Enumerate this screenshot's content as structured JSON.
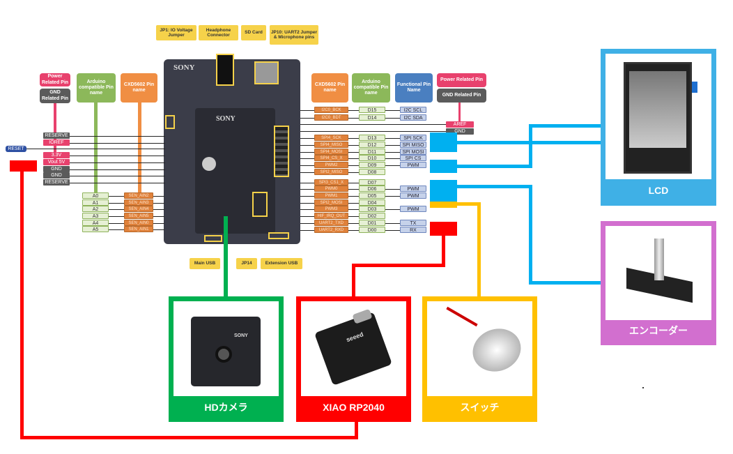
{
  "colors": {
    "blue": "#00b0f0",
    "green": "#00b050",
    "red": "#ff0000",
    "yellow": "#ffc000",
    "lcd_frame": "#3fb0e6",
    "encoder_frame": "#d26fcf",
    "board": "#3b3d49"
  },
  "board_labels": {
    "jp1": "JP1: IO Voltage Jumper",
    "headphone": "Headphone Connector",
    "sd": "SD Card",
    "jp10": "JP10: UART2 Jumper & Microphone pins",
    "main_usb": "Main USB",
    "jp14": "JP14",
    "ext_usb": "Extension USB",
    "brand": "SONY",
    "brand2": "SONY"
  },
  "left_headers": {
    "power": "Power Related Pin",
    "gnd": "GND Related Pin",
    "arduino": "Arduino compatible Pin name",
    "cxd": "CXD5602 Pin name"
  },
  "right_headers": {
    "cxd": "CXD5602 Pin name",
    "arduino": "Arduino compatible Pin name",
    "functional": "Functional Pin Name",
    "power": "Power Related Pin",
    "gnd": "GND Related Pin"
  },
  "left_power_pins": [
    {
      "label": "RESERVE",
      "type": "gray"
    },
    {
      "label": "IOREF",
      "type": "pink"
    },
    {
      "label": "3.3V",
      "type": "pink"
    },
    {
      "label": "Vout 5V",
      "type": "pink"
    },
    {
      "label": "GND",
      "type": "gray"
    },
    {
      "label": "GND",
      "type": "gray"
    },
    {
      "label": "RESERVE",
      "type": "gray"
    }
  ],
  "reset_label": "RESET",
  "left_analog_pins": [
    {
      "arduino": "A0",
      "cxd": "SEN_AIN2"
    },
    {
      "arduino": "A1",
      "cxd": "SEN_AIN3"
    },
    {
      "arduino": "A2",
      "cxd": "SEN_AIN4"
    },
    {
      "arduino": "A3",
      "cxd": "SEN_AIN5"
    },
    {
      "arduino": "A4",
      "cxd": "SEN_AIN0"
    },
    {
      "arduino": "A5",
      "cxd": "SEN_AIN1"
    }
  ],
  "right_pins": [
    {
      "cxd": "I2C0_BCK",
      "arduino": "D15",
      "func": "I2C SCL"
    },
    {
      "cxd": "I2C0_BDT",
      "arduino": "D14",
      "func": "I2C SDA"
    },
    {
      "cxd": "SPI4_SCK",
      "arduino": "D13",
      "func": "SPI SCK"
    },
    {
      "cxd": "SPI4_MISO",
      "arduino": "D12",
      "func": "SPI MISO"
    },
    {
      "cxd": "SPI4_MOSI",
      "arduino": "D11",
      "func": "SPI MOSI"
    },
    {
      "cxd": "SPI4_CS_X",
      "arduino": "D10",
      "func": "SPI CS"
    },
    {
      "cxd": "PWM2",
      "arduino": "D09",
      "func": "PWM"
    },
    {
      "cxd": "SPI2_MISO",
      "arduino": "D08",
      "func": ""
    },
    {
      "cxd": "SPI3_CS1_X",
      "arduino": "D07",
      "func": ""
    },
    {
      "cxd": "PWM0",
      "arduino": "D06",
      "func": "PWM"
    },
    {
      "cxd": "PWM1",
      "arduino": "D05",
      "func": "PWM"
    },
    {
      "cxd": "SPI2_MOSI",
      "arduino": "D04",
      "func": ""
    },
    {
      "cxd": "PWM3",
      "arduino": "D03",
      "func": "PWM"
    },
    {
      "cxd": "HIF_IRQ_OUT",
      "arduino": "D02",
      "func": ""
    },
    {
      "cxd": "UART2_TXD",
      "arduino": "D01",
      "func": "TX"
    },
    {
      "cxd": "UART2_RXD",
      "arduino": "D00",
      "func": "RX"
    }
  ],
  "aref": "AREF",
  "gnd_right": "GND",
  "devices": {
    "lcd": "LCD",
    "encoder": "エンコーダー",
    "camera": "HDカメラ",
    "xiao": "XIAO RP2040",
    "switch": "スイッチ"
  },
  "camera_brand": "SONY",
  "xiao_brand": "seeed"
}
